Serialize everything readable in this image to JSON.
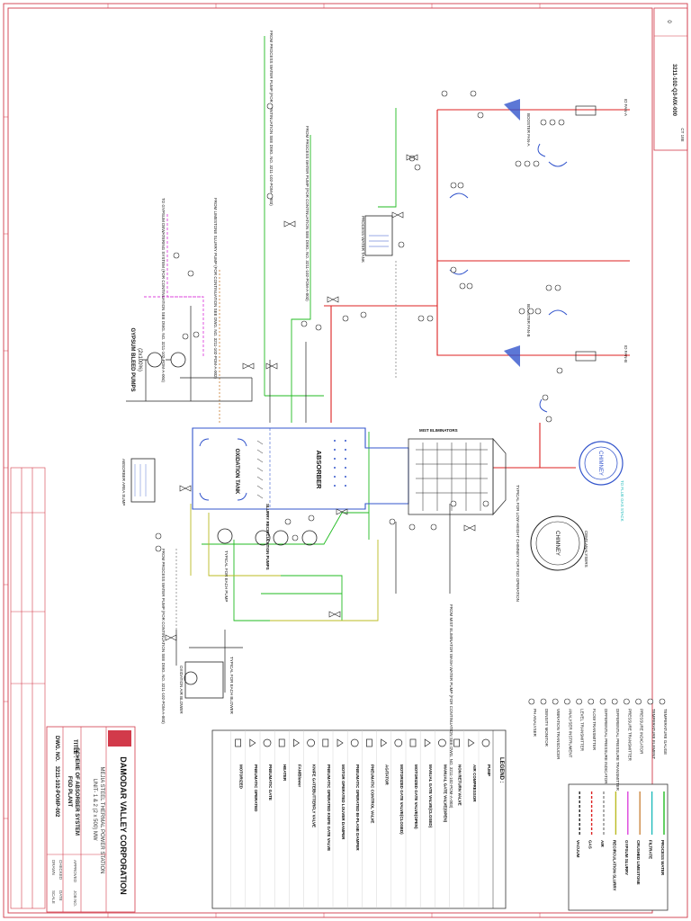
{
  "sheet": {
    "drawing_no_side": "3211-102-Q3-MX-000",
    "rev": "0",
    "sheet_ref": "CT 18E"
  },
  "title_block": {
    "company": "DAMODAR VALLEY CORPORATION",
    "station": "MEJIA STEEL THERMAL POWER STATION",
    "units": "UNIT- 1 & 2 (2 x 500) MW",
    "title_label": "TITLE :",
    "title_line1": "SCHEME OF ABSORBER SYSTEM",
    "title_line2": "FGD PLANT",
    "dwg_label": "DWG. NO.",
    "dwg_no": "3211-102-POMP-002",
    "rows": [
      "DRAWN",
      "CHECKED",
      "APPROVED",
      "SCALE",
      "DATE",
      "JOB NO."
    ]
  },
  "legend": {
    "title": "LEGEND :",
    "items": [
      {
        "sym": "pump",
        "label": "PUMP"
      },
      {
        "sym": "compressor",
        "label": "AIR COMPRESSOR"
      },
      {
        "sym": "nrv",
        "label": "NON RETURN VALVE"
      },
      {
        "sym": "gate",
        "label": "MANUAL GATE VALVE(OPEN)"
      },
      {
        "sym": "gate-closed",
        "label": "MANUAL GATE VALVE(CLOSED)"
      },
      {
        "sym": "mov",
        "label": "MOTORIZED GATE VALVE(OPEN)"
      },
      {
        "sym": "mov-closed",
        "label": "MOTORIZED GATE VALVE(CLOSED)"
      },
      {
        "sym": "agitator",
        "label": "AGITATOR"
      },
      {
        "sym": "control",
        "label": "PNEUMATIC CONTROL VALVE"
      },
      {
        "sym": "damper",
        "label": "PNEUMATIC OPERATED BI-PLANE DAMPER"
      },
      {
        "sym": "louver",
        "label": "MOTOR OPERATED LOUVER DAMPER"
      },
      {
        "sym": "guillotine",
        "label": "PNEUMATIC OPERATED KNIFE GATE VALVE"
      },
      {
        "sym": "knife",
        "label": "KNIFE GATE/BUTTERFLY VALVE"
      },
      {
        "sym": "fan",
        "label": "FAN/Blower"
      },
      {
        "sym": "heater",
        "label": "HEATER"
      },
      {
        "sym": "pgate",
        "label": "PNEUMATIC GATE"
      },
      {
        "sym": "pop",
        "label": "PNEUMATIC OPERATED"
      },
      {
        "sym": "motor",
        "label": "MOTORIZED"
      }
    ]
  },
  "line_legend": [
    {
      "label": "PROCESS WATER",
      "color": "#22bb22"
    },
    {
      "label": "FILTRATE",
      "color": "#22bbbb"
    },
    {
      "label": "CRUSHED LIMESTONE",
      "color": "#cc8844"
    },
    {
      "label": "GYPSUM SLURRY",
      "color": "#dd44dd"
    },
    {
      "label": "RECIRCULATION SLURRY",
      "color": "#bbbb22"
    },
    {
      "label": "AIR",
      "color": "#888888"
    },
    {
      "label": "GAS",
      "color": "#dd2222"
    },
    {
      "label": "VACUUM",
      "color": "#222222"
    }
  ],
  "instrument_legend": [
    "TEMPERATURE GAUGE",
    "TEMPERATURE ELEMENT",
    "PRESSURE INDICATOR",
    "PRESSURE TRANSMITTER",
    "DIFFERENTIAL PRESSURE TRANSMITTER",
    "DIFFERENTIAL PRESSURE INDICATOR",
    "FLOW TRANSMITTER",
    "LEVEL TRANSMITTER",
    "ANALYSER INSTRUMENT",
    "VIBRATION TRANSDUCER",
    "DENSITY MONITOR",
    "PH ANALYSER"
  ],
  "equipment": {
    "absorber": "ABSORBER",
    "oxidation_tank": "OXIDATION TANK",
    "mist_eliminators": "MIST ELIMINATORS",
    "chimney": "CHIMNEY",
    "chimney2": "CHIMNEY",
    "gypsum_bleed_pumps": "GYPSUM BLEED PUMPS",
    "gypsum_bleed_qty": "(2x100%)",
    "slurry_recirc_pumps": "SLURRY RECIRCULATION PUMPS",
    "oxidation_blower": "OXIDATION AIR BLOWER",
    "typical_for_each": "TYPICAL FOR EACH BLOWER",
    "id_fan_a": "ID FAN-A",
    "id_fan_b": "ID FAN-B",
    "booster_fan_a": "BOOSTER FAN-A",
    "booster_fan_b": "BOOSTER FAN-B",
    "cems": "CEMS ANALYSERS",
    "existing_chimney": "TYPICAL FOR LOW HEIGHT CHIMNEY FOR FGD OPERATION",
    "process_water_tank": "PROCESS WATER TANK",
    "emergency_tank": "ABSORBER AREA SUMP"
  },
  "notes": {
    "from_process_water": "FROM PROCESS WATER PUMP (FOR CONTINUATION SEE DWG. NO. 3211-102-POM-A-003)",
    "from_process_water2": "FROM PROCESS WATER PUMP (FOR CONTINUATION SEE DWG. NO. 3211-102-POM-A-003)",
    "from_limestone": "FROM LIMESTONE SLURRY PUMP (FOR CONTINUATION SEE DWG. NO. 3211-102-POM-A-002)",
    "to_gypsum": "TO GYPSUM DEWATERING SYSTEM (FOR CONTINUATION SEE DWG. NO. 3211-102-POM-A-004)",
    "from_mist": "FROM MIST ELIMINATOR WASH WATER PUMP (FOR CONTINUATION SEE DWG. NO. 3211-102-POM-A-003)",
    "from_process_water3": "FROM PROCESS WATER PUMP (FOR CONTINUATION SEE DWG. NO. 3211-102-POM-A-003)",
    "to_flue": "TO FLUE GAS STACK",
    "typical_for_each_pump": "TYPICAL FOR EACH PUMP"
  }
}
